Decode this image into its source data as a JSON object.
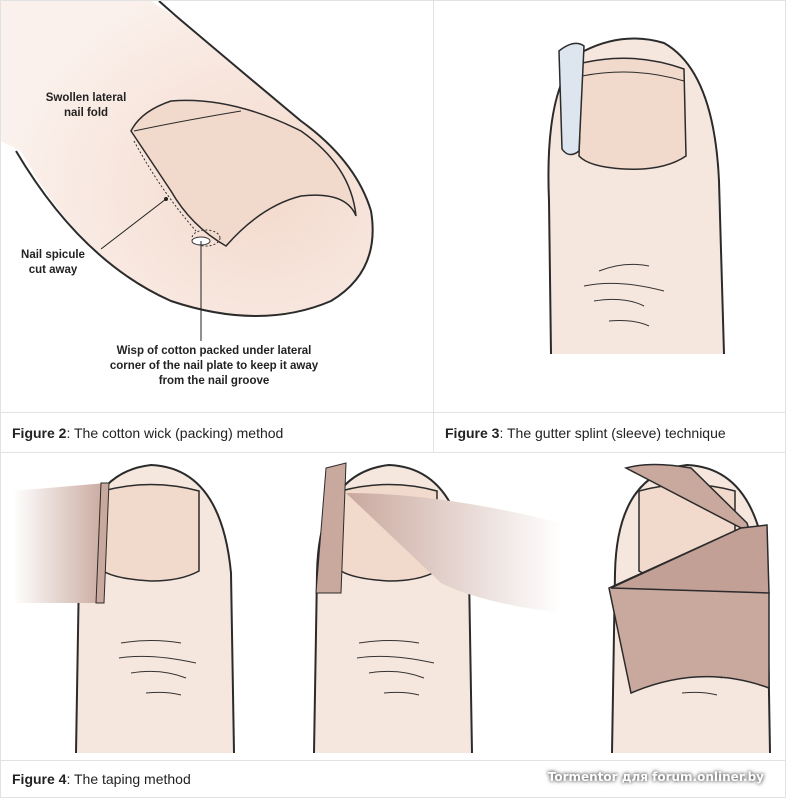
{
  "figures": [
    {
      "number": "Figure 2",
      "caption": ": The cotton wick (packing) method",
      "labels": {
        "swollen": "Swollen lateral nail fold",
        "spicule": "Nail spicule cut away",
        "wisp": "Wisp of cotton packed under lateral corner of the nail plate to keep it away from the nail groove"
      }
    },
    {
      "number": "Figure 3",
      "caption": ": The gutter splint (sleeve) technique"
    },
    {
      "number": "Figure 4",
      "caption": ": The taping method"
    }
  ],
  "watermark": "Tormentor для forum.onliner.by",
  "colors": {
    "skin": "#f6e7de",
    "nail": "#f1d9cc",
    "tape": "#c9a89e",
    "line": "#2b2b2b",
    "border": "#e2e2e2"
  }
}
